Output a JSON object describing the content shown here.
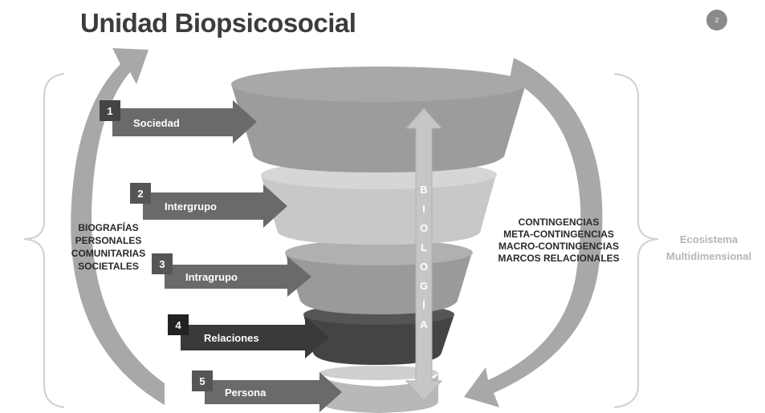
{
  "title": "Unidad Biopsicosocial",
  "page_number": "2",
  "levels": [
    {
      "number": "1",
      "label": "Sociedad"
    },
    {
      "number": "2",
      "label": "Intergrupo"
    },
    {
      "number": "3",
      "label": "Intragrupo"
    },
    {
      "number": "4",
      "label": "Relaciones"
    },
    {
      "number": "5",
      "label": "Persona"
    }
  ],
  "left_text": [
    "BIOGRAFÍAS",
    "PERSONALES",
    "COMUNITARIAS",
    "SOCIETALES"
  ],
  "right_text": [
    "CONTINGENCIAS",
    "META-CONTINGENCIAS",
    "MACRO-CONTINGENCIAS",
    "MARCOS RELACIONALES"
  ],
  "vertical_label": [
    "B",
    "I",
    "O",
    "L",
    "O",
    "G",
    "Í",
    "A"
  ],
  "side_label": [
    "Ecosistema",
    "Multidimensional"
  ],
  "colors": {
    "dark_gray": "#5a5a5a",
    "mid_gray": "#999999",
    "light_gray": "#c0c0c0",
    "darkest": "#333333"
  }
}
